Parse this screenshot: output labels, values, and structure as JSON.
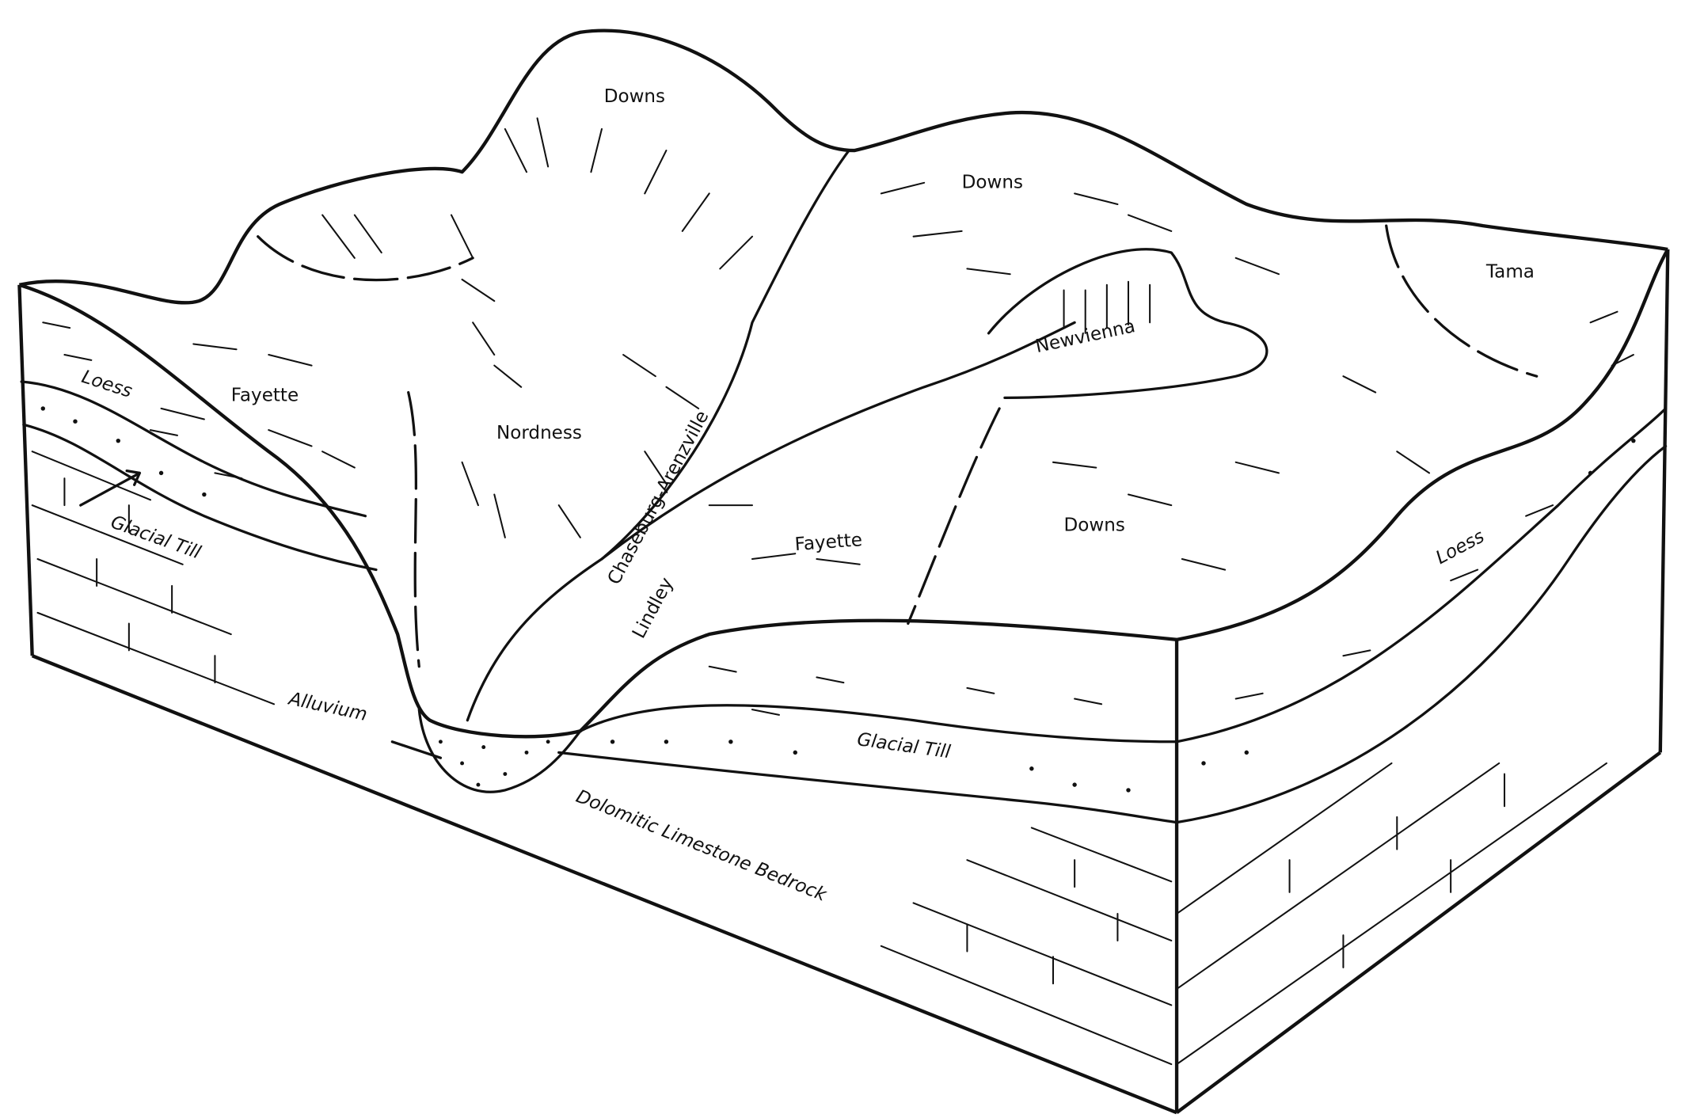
{
  "diagram": {
    "soil_labels": {
      "downs_top": "Downs",
      "downs_upper_right": "Downs",
      "tama": "Tama",
      "newvienna": "Newvienna",
      "fayette_left": "Fayette",
      "nordness": "Nordness",
      "chaseburg_arenzville": "Chaseburg-Arenzville",
      "lindley": "Lindley",
      "fayette_center": "Fayette",
      "downs_lower": "Downs"
    },
    "layer_labels": {
      "loess_left": "Loess",
      "glacial_till_left": "Glacial Till",
      "loess_right": "Loess",
      "glacial_till_front": "Glacial Till",
      "alluvium": "Alluvium",
      "bedrock": "Dolomitic Limestone Bedrock"
    },
    "colors": {
      "ink": "#111111",
      "paper": "#ffffff"
    }
  }
}
